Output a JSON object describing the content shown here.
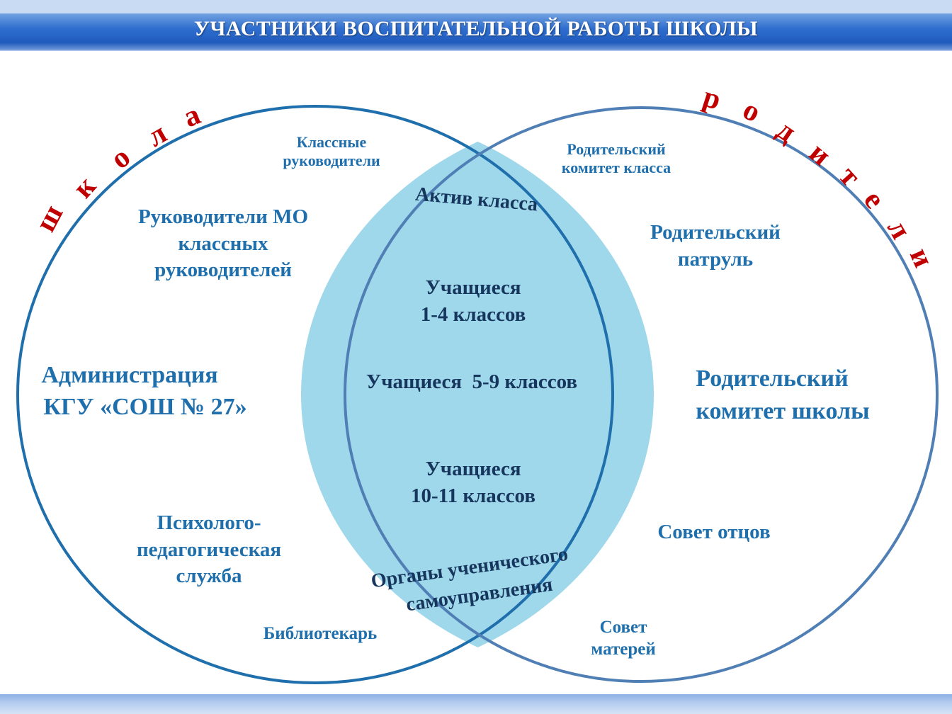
{
  "title": "УЧАСТНИКИ ВОСПИТАТЕЛЬНОЙ РАБОТЫ ШКОЛЫ",
  "circles": {
    "school": {
      "label_letters": [
        "ш",
        "к",
        "о",
        "л",
        "а"
      ]
    },
    "parents": {
      "label_letters": [
        "р",
        "о",
        "д",
        "и",
        "т",
        "е",
        "л",
        "и"
      ]
    }
  },
  "school_items": {
    "class_teachers": [
      "Классные",
      "руководители"
    ],
    "mo_heads": [
      "Руководители МО",
      "классных",
      "руководителей"
    ],
    "administration": [
      "Администрация",
      "КГУ «СОШ № 27»"
    ],
    "psych_service": [
      "Психолого-",
      "педагогическая",
      "служба"
    ],
    "librarian": "Библиотекарь"
  },
  "parent_items": {
    "class_committee": [
      "Родительский",
      "комитет класса"
    ],
    "patrol": [
      "Родительский",
      "патруль"
    ],
    "school_committee": [
      "Родительский",
      "комитет школы"
    ],
    "fathers_council": "Совет отцов",
    "mothers_council": [
      "Совет",
      "матерей"
    ]
  },
  "intersection_items": {
    "class_activists": "Актив класса",
    "grades_1_4": [
      "Учащиеся",
      "1-4 классов"
    ],
    "grades_5_9": "Учащиеся  5-9 классов",
    "grades_10_11": [
      "Учащиеся",
      "10-11 классов"
    ],
    "self_government": [
      "Органы ученического",
      "самоуправления"
    ]
  },
  "colors": {
    "accent": "#1f6fad",
    "dark_text": "#17365d",
    "arc_letters": "#c00000",
    "intersection_fill": "#9fd8ea",
    "circle_stroke": "#1f6fad"
  }
}
